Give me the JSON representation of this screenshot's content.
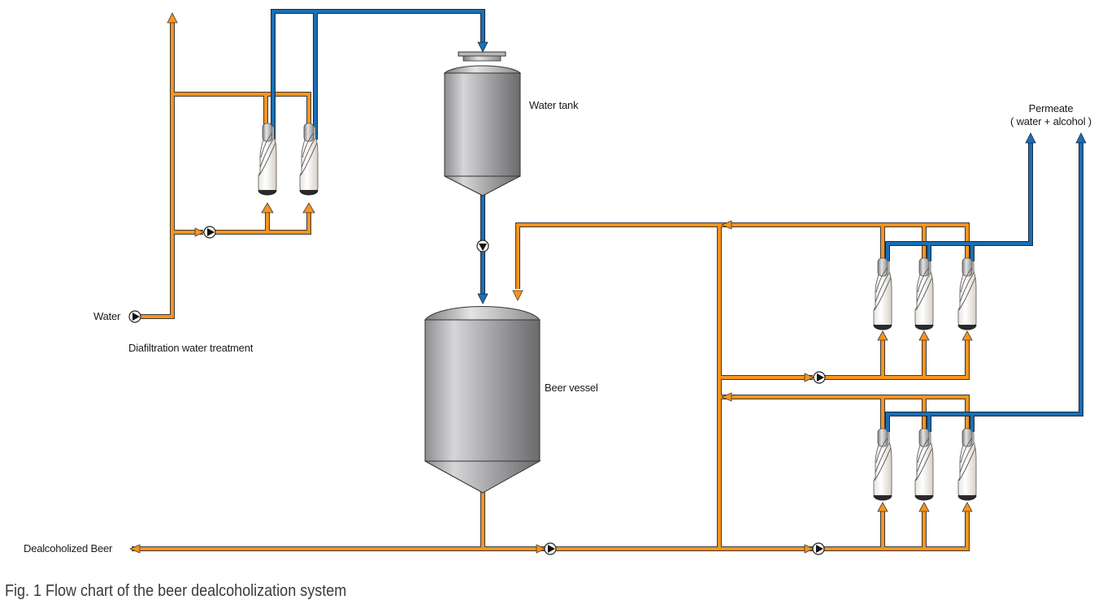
{
  "labels": {
    "water_tank": "Water tank",
    "beer_vessel": "Beer vessel",
    "water_inlet": "Water",
    "diafiltration": "Diafiltration water treatment",
    "permeate_line1": "Permeate",
    "permeate_line2": "( water + alcohol )",
    "dealcoholized_beer": "Dealcoholized Beer"
  },
  "caption": "Fig. 1 Flow chart of the beer dealcoholization system",
  "colors": {
    "beer_line": "#f7941d",
    "water_line": "#1a6fb5",
    "outline": "#3a3a3a",
    "tank_light": "#d9d9db",
    "tank_dark": "#6e6e70"
  },
  "components": {
    "tanks": [
      "Water tank",
      "Beer vessel"
    ],
    "membrane_modules": {
      "diafiltration": 2,
      "bank_upper": 3,
      "bank_lower": 3
    },
    "pumps": 6
  }
}
